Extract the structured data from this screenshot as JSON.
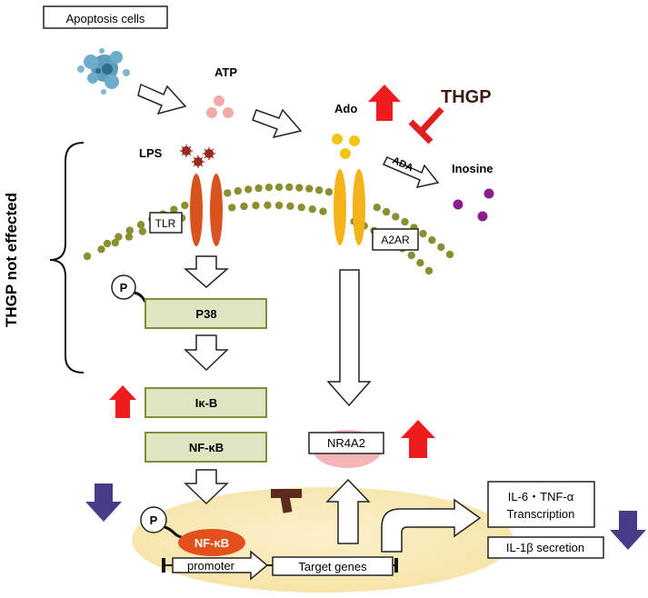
{
  "labels": {
    "apoptosis_cells": "Apoptosis cells",
    "atp": "ATP",
    "ado": "Ado",
    "thgp": "THGP",
    "ada": "ADA",
    "inosine": "Inosine",
    "lps": "LPS",
    "tlr": "TLR",
    "a2ar": "A2AR",
    "thgp_not_effected": "THGP not effected",
    "p_marker": "P",
    "p38": "P38",
    "ikb": "Iκ-B",
    "nfkb": "NF-κB",
    "nr4a2": "NR4A2",
    "nfkb_nuclear": "NF-κB",
    "promoter": "promoter",
    "target_genes": "Target genes",
    "il6_tnf_line1": "IL-6・TNF-α",
    "il6_tnf_line2": "Transcription",
    "il1b_secretion": "IL-1β secretion"
  },
  "colors": {
    "up_arrow": "#ee1c1c",
    "down_arrow": "#4b3a87",
    "inhibit_thgp": "#e02020",
    "inhibit_dark": "#5b2b22",
    "box_fill": "#dde6c0",
    "box_border": "#7d8f3a",
    "membrane_dot": "#8a8f2f",
    "tlr_receptor": "#d9531e",
    "a2ar_receptor": "#f6b21a",
    "nucleus": "#f9e9b8",
    "nfkb_oval": "#e3501c",
    "nr4a2_oval": "#f5b5b8",
    "atp_dot": "#f4a8a8",
    "ado_dot": "#f2c418",
    "inosine_dot": "#8b1e8a",
    "lps_dot": "#9a2a1c",
    "apoptosis_cell": "#5e9dbb"
  }
}
